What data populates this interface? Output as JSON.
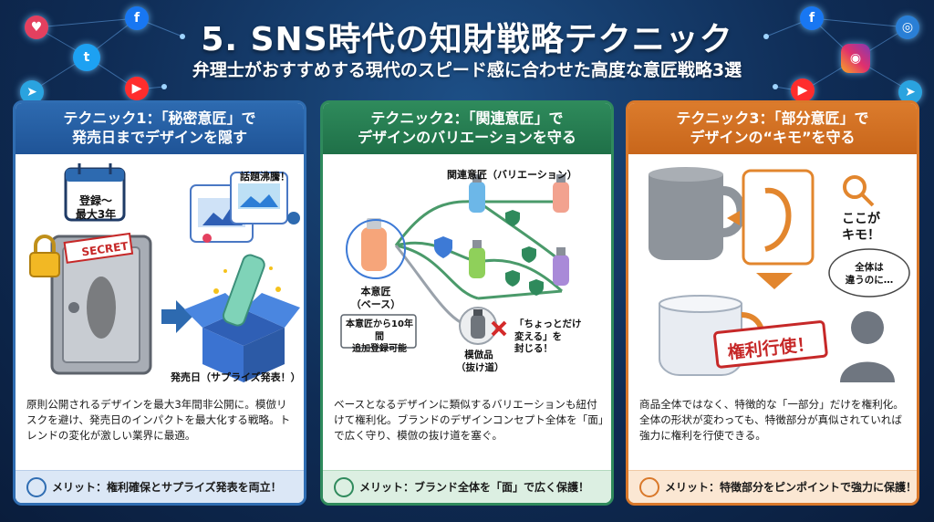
{
  "header": {
    "title": "5. SNS時代の知財戦略テクニック",
    "subtitle": "弁理士がおすすめする現代のスピード感に合わせた高度な意匠戦略3選"
  },
  "social_icons": [
    "heart-icon",
    "facebook-icon",
    "twitter-icon",
    "youtube-icon",
    "telegram-icon",
    "facebook-icon",
    "instagram-icon",
    "globe-icon",
    "youtube-icon",
    "telegram-icon"
  ],
  "panels": [
    {
      "title_line1": "テクニック1：「秘密意匠」で",
      "title_line2": "発売日までデザインを隠す",
      "calendar_label": "登録～\n最大3年",
      "secret_tag": "SECRET",
      "buzz_label": "話題沸騰！",
      "release_caption": "発売日（サプライズ発表！）",
      "description": "原則公開されるデザインを最大3年間非公開に。模倣リスクを避け、発売日のインパクトを最大化する戦略。トレンドの変化が激しい業界に最適。",
      "merit": "メリット：権利確保とサプライズ発表を両立！",
      "color": "#2f6db2"
    },
    {
      "title_line1": "テクニック2：「関連意匠」で",
      "title_line2": "デザインのバリエーションを守る",
      "variation_label": "関連意匠（バリエーション）",
      "base_label": "本意匠\n（ベース）",
      "base_note": "本意匠から10年間\n追加登録可能",
      "imitation_label": "模倣品\n（抜け道）",
      "block_note": "「ちょっとだけ\n変える」を\n封じる！",
      "description": "ベースとなるデザインに類似するバリエーションも紐付けて権利化。ブランドのデザインコンセプト全体を「面」で広く守り、模倣の抜け道を塞ぐ。",
      "merit": "メリット：ブランド全体を「面」で広く保護！",
      "color": "#2f8a5c"
    },
    {
      "title_line1": "テクニック3：「部分意匠」で",
      "title_line2": "デザインの“キモ”を守る",
      "kimo_label": "ここが\nキモ！",
      "bubble_text": "全体は\n違うのに…",
      "stamp_text": "権利行使！",
      "description": "商品全体ではなく、特徴的な「一部分」だけを権利化。全体の形状が変わっても、特徴部分が真似されていれば強力に権利を行使できる。",
      "merit": "メリット：特徴部分をピンポイントで強力に保護！",
      "color": "#d9782a"
    }
  ]
}
